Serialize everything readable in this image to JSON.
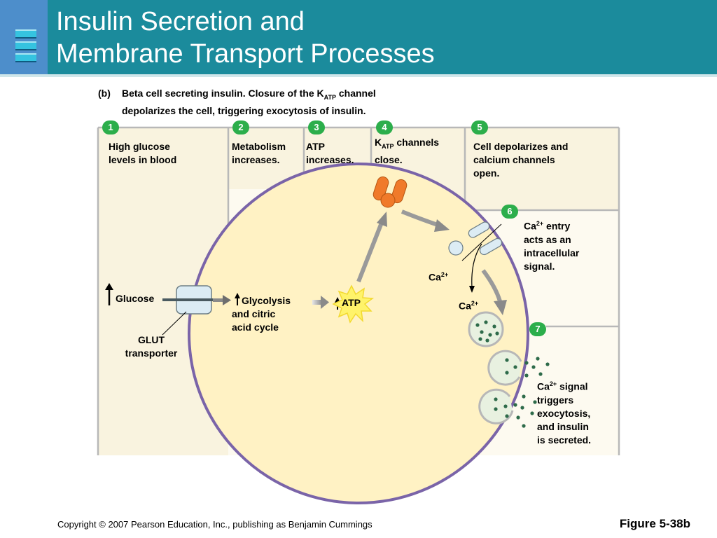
{
  "header": {
    "title_line1": "Insulin Secretion and",
    "title_line2": "Membrane Transport Processes",
    "icon": "stacked-bars-icon"
  },
  "caption": {
    "label": "(b)",
    "line1_prefix": "Beta cell secreting insulin. Closure of the K",
    "line1_sub": "ATP",
    "line1_suffix": " channel",
    "line2": "depolarizes the cell, triggering exocytosis of insulin."
  },
  "steps": [
    {
      "num": "1",
      "line1": "High glucose",
      "line2": "levels in blood"
    },
    {
      "num": "2",
      "line1": "Metabolism",
      "line2": "increases."
    },
    {
      "num": "3",
      "line1": "ATP",
      "line2": "increases."
    },
    {
      "num": "4",
      "k": "K",
      "sub": "ATP",
      "line1_suffix": " channels",
      "line2": "close."
    },
    {
      "num": "5",
      "line1": "Cell depolarizes and",
      "line2": "calcium channels",
      "line3": "open."
    },
    {
      "num": "6",
      "ca": "Ca",
      "sup": "2+",
      "line1_suffix": " entry",
      "line2": "acts as an",
      "line3": "intracellular",
      "line4": "signal."
    },
    {
      "num": "7",
      "ca": "Ca",
      "sup": "2+",
      "line1_suffix": " signal",
      "line2": "triggers",
      "line3": "exocytosis,",
      "line4": "and insulin",
      "line5": "is secreted."
    }
  ],
  "labels": {
    "glucose": "Glucose",
    "glut_line1": "GLUT",
    "glut_line2": "transporter",
    "glycolysis_line1": "Glycolysis",
    "glycolysis_line2": "and citric",
    "glycolysis_line3": "acid cycle",
    "atp": "ATP",
    "ca": "Ca",
    "ca_sup": "2+"
  },
  "colors": {
    "header": "#1b8b9c",
    "step_badge": "#2cae4b",
    "cell_fill": "#fff2c4",
    "cell_border": "#7a64a8",
    "panel_fill": "#f9f3df",
    "channel": "#f07a2a",
    "glut": "#dcecf4",
    "vesicle": "#e8f1e0",
    "granule": "#2e6b4a"
  },
  "footer": {
    "copyright": "Copyright © 2007 Pearson Education, Inc., publishing as Benjamin Cummings",
    "figure": "Figure 5-38b"
  }
}
